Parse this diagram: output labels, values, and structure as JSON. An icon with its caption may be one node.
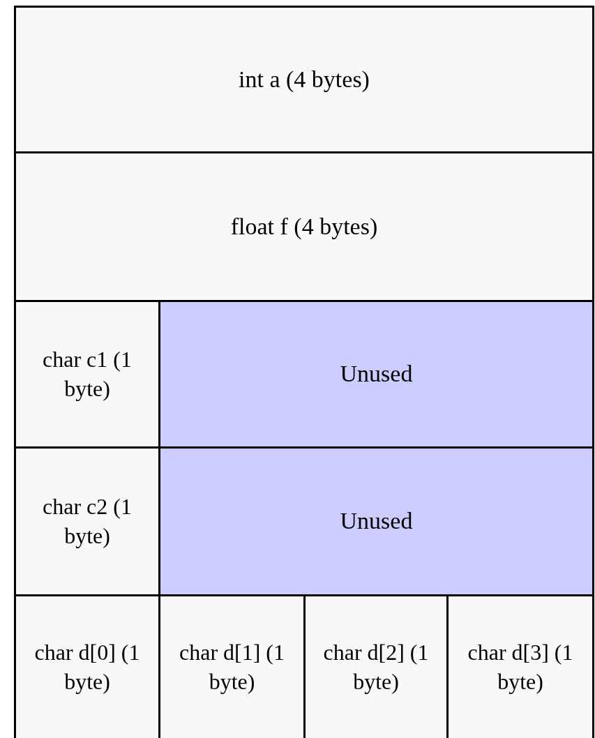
{
  "diagram": {
    "nodes": [
      {
        "text": [
          "int a (4 bytes)"
        ]
      },
      {
        "text": [
          "float f (4 bytes)"
        ]
      },
      {
        "text": [
          "char c1 (1 byte)"
        ]
      },
      {
        "text": [
          "Unused"
        ]
      },
      {
        "text": [
          "char c2 (1 byte)"
        ]
      },
      {
        "text": [
          "Unused"
        ]
      },
      {
        "text": [
          "char d[0] (1 byte)"
        ]
      },
      {
        "text": [
          "char d[1] (1 byte)"
        ]
      },
      {
        "text": [
          "char d[2] (1 byte)"
        ]
      },
      {
        "text": [
          "char d[3] (1 byte)"
        ]
      }
    ]
  }
}
